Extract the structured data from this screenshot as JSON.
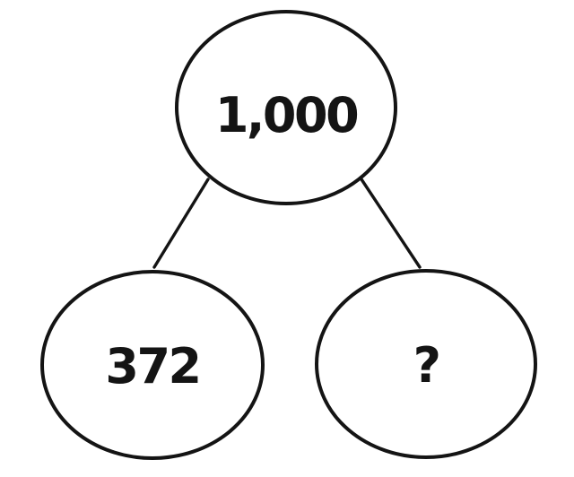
{
  "page": {
    "background_color": "#ffffff",
    "ink_color": "#141414"
  },
  "diagram": {
    "kind": "number-bond",
    "whole": {
      "value": "1,000"
    },
    "parts": {
      "left": {
        "value": "372"
      },
      "right": {
        "value": "?"
      }
    }
  }
}
